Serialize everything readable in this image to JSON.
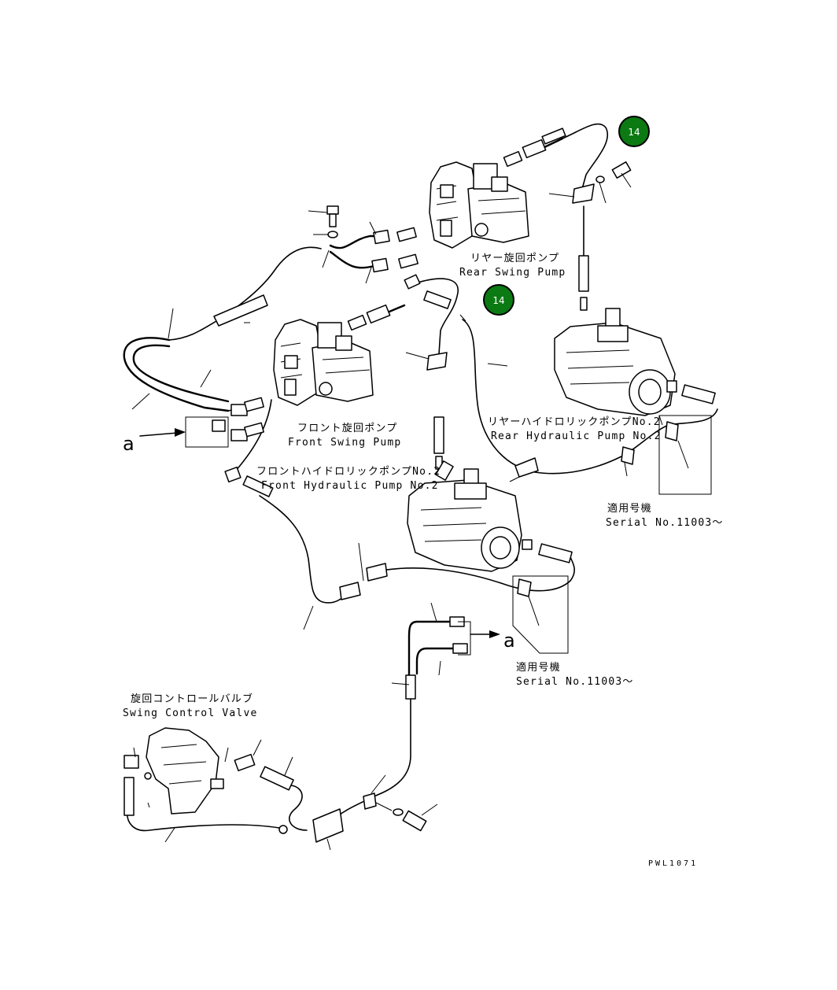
{
  "labels": {
    "rear_swing_pump_jp": "リヤー旋回ポンプ",
    "rear_swing_pump_en": "Rear Swing Pump",
    "front_swing_pump_jp": "フロント旋回ポンプ",
    "front_swing_pump_en": "Front Swing Pump",
    "rear_hyd_pump_jp": "リヤーハイドロリックポンプNo.2",
    "rear_hyd_pump_en": "Rear Hydraulic Pump No.2",
    "front_hyd_pump_jp": "フロントハイドロリックポンプNo.2",
    "front_hyd_pump_en": "Front Hydraulic Pump No.2",
    "serial1_jp": "適用号機",
    "serial1_en": "Serial No.11003～",
    "serial2_jp": "適用号機",
    "serial2_en": "Serial No.11003～",
    "swing_valve_jp": "旋回コントロールバルブ",
    "swing_valve_en": "Swing Control Valve",
    "ref_a_left": "a",
    "ref_a_right": "a",
    "drawing_code": "PWL1071"
  },
  "callouts": [
    {
      "number": "14",
      "color": "#0b7a12"
    },
    {
      "number": "14",
      "color": "#0b7a12"
    }
  ]
}
